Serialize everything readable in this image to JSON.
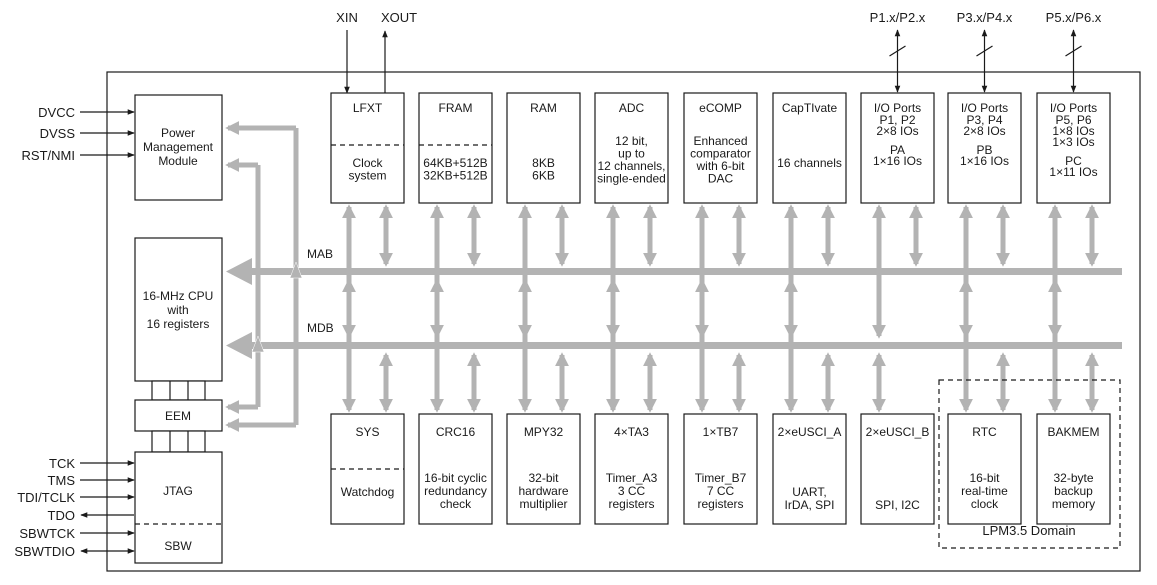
{
  "bus_labels": {
    "mab": "MAB",
    "mdb": "MDB"
  },
  "top_pins": {
    "xin": "XIN",
    "xout": "XOUT"
  },
  "port_pins": [
    "P1.x/P2.x",
    "P3.x/P4.x",
    "P5.x/P6.x"
  ],
  "left_pins": {
    "dvcc": "DVCC",
    "dvss": "DVSS",
    "rst": "RST/NMI",
    "tck": "TCK",
    "tms": "TMS",
    "tdi": "TDI/TCLK",
    "tdo": "TDO",
    "sbwtck": "SBWTCK",
    "sbwtdio": "SBWTDIO"
  },
  "power_module": [
    "Power",
    "Management",
    "Module"
  ],
  "cpu": [
    "16-MHz CPU",
    "with",
    "16 registers"
  ],
  "eem": "EEM",
  "jtag": "JTAG",
  "sbw": "SBW",
  "top_blocks": [
    {
      "title": "LFXT",
      "lower": [
        "Clock",
        "system"
      ]
    },
    {
      "title": "FRAM",
      "lower": [
        "64KB+512B",
        "32KB+512B"
      ]
    },
    {
      "title": "RAM",
      "lower": [
        "8KB",
        "6KB"
      ]
    },
    {
      "title": "ADC",
      "lower": [
        "12 bit,",
        "up to",
        "12 channels,",
        "single-ended"
      ]
    },
    {
      "title": "eCOMP",
      "lower": [
        "Enhanced",
        "comparator",
        "with 6-bit",
        "DAC"
      ]
    },
    {
      "title": "CapTIvate",
      "lower": [
        "16 channels"
      ]
    },
    {
      "title": "I/O Ports",
      "lower": [
        "P1, P2",
        "2×8 IOs",
        "",
        "PA",
        "1×16 IOs"
      ]
    },
    {
      "title": "I/O Ports",
      "lower": [
        "P3, P4",
        "2×8 IOs",
        "",
        "PB",
        "1×16 IOs"
      ]
    },
    {
      "title": "I/O Ports",
      "lower": [
        "P5, P6",
        "1×8 IOs",
        "1×3 IOs",
        "",
        "PC",
        "1×11 IOs"
      ]
    }
  ],
  "bottom_blocks": [
    {
      "title": "SYS",
      "lower": [
        "Watchdog"
      ]
    },
    {
      "title": "CRC16",
      "lower": [
        "16-bit cyclic",
        "redundancy",
        "check"
      ]
    },
    {
      "title": "MPY32",
      "lower": [
        "32-bit",
        "hardware",
        "multiplier"
      ]
    },
    {
      "title": "4×TA3",
      "lower": [
        "Timer_A3",
        "3 CC",
        "registers"
      ]
    },
    {
      "title": "1×TB7",
      "lower": [
        "Timer_B7",
        "7 CC",
        "registers"
      ]
    },
    {
      "title": "2×eUSCI_A",
      "lower": [
        "UART,",
        "IrDA, SPI"
      ]
    },
    {
      "title": "2×eUSCI_B",
      "lower": [
        "SPI, I2C"
      ]
    },
    {
      "title": "RTC",
      "lower": [
        "16-bit",
        "real-time",
        "clock"
      ]
    },
    {
      "title": "BAKMEM",
      "lower": [
        "32-byte",
        "backup",
        "memory"
      ]
    }
  ],
  "lpm_domain": "LPM3.5 Domain"
}
